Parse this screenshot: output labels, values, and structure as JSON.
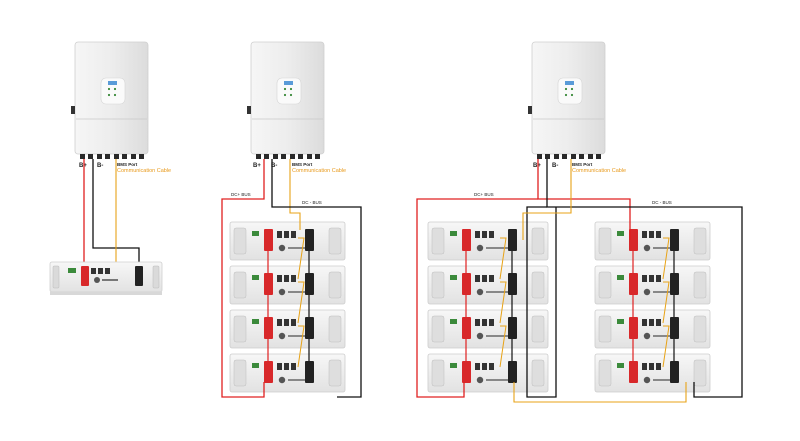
{
  "colors": {
    "positive_cable": "#e02020",
    "negative_cable": "#111111",
    "communication_cable": "#e8a317",
    "inverter_body": "#e9e9e9",
    "battery_body": "#eeeeee",
    "terminal_red": "#d8282a",
    "terminal_black": "#222222"
  },
  "icons": [
    "inverter-unit",
    "battery-module",
    "terminal-block",
    "display-panel"
  ],
  "configs": [
    {
      "name": "single-battery",
      "labels": {
        "bplus": "B+",
        "bminus": "B-",
        "bms_port": "BMS Port",
        "comm_cable": "Communication Cable"
      }
    },
    {
      "name": "four-battery-stack",
      "labels": {
        "bplus": "B+",
        "bminus": "B-",
        "bms_port": "BMS Port",
        "comm_cable": "Communication Cable",
        "dc_plus_bus": "DC+ BUS",
        "dc_minus_bus": "DC - BUS"
      }
    },
    {
      "name": "two-stack-system",
      "labels": {
        "bplus": "B+",
        "bminus": "B-",
        "bms_port": "BMS Port",
        "comm_cable": "Communication Cable",
        "dc_plus_bus": "DC+ BUS",
        "dc_minus_bus": "DC - BUS"
      }
    }
  ]
}
